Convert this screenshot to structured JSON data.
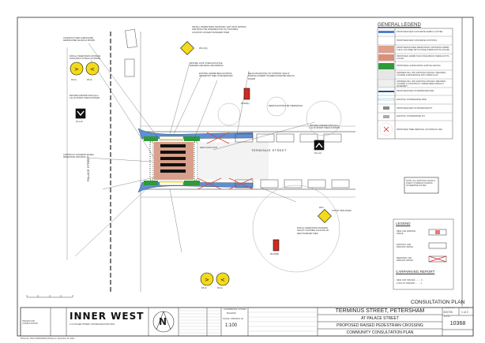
{
  "drawing": {
    "sheet_title": "CONSULTATION PLAN",
    "street_terminus": "TERMINUS STREET",
    "street_palace": "PALACE STREET",
    "new_flood_light": "NEW FLOOD LIGHT",
    "annotations": [
      "INSTALL 'PEDESTRIAN CROSSING' LEFT SIGN APPROX. 20m FROM THE INTERSECTION AT A SUITABLE LOCATION ON NEW STANDARD STEM",
      "CONSTRUCT NEW LANDSCAPED KERB BLISTER ISLAND AS SHOWN",
      "INSTALL 'PEDESTRIAN CROSSING' SIGNS BACK TO BACK AS SHOWN",
      "PROVIDE CHEVRON SIGN (D4-1-1/2) ON SHORT STEM AS SHOWN",
      "PROVIDE 'LOOK' STENCILS/TACTILE MARKERS AND EDGE LINE MARKING",
      "EXISTING GARDEN BED & EXISTING CRANEPORT TREE TO BE REMOVED",
      "RELOCATE EXISTING 'NO STOPPING' SIGN AT PARKING & PERMIT HOLDERS EXCEPTED AREA AS SHOWN",
      "REMOVE EXISTING BB LINEMARKING",
      "CONSTRUCT CONCRETE RAISED PEDESTRIAN CROSSING",
      "PROVIDE CHEVRON SIGN (D4-1-1/2) ON SHORT STEM AS SHOWN",
      "ATTACH 75km AHEAD",
      "INSTALL 'PEDESTRIAN CROSSING' SIGN AT A SUITABLE LOCATION ON NEW STANDARD STEM"
    ],
    "sign_codes": [
      "R3-1A",
      "R3-1A",
      "W6-2-3(L)",
      "D4-1-2A",
      "R5-400(L)",
      "D4-1-2A",
      "W6-2",
      "R5-400(R)",
      "R3-1A",
      "R3-1A"
    ]
  },
  "general_legend": {
    "title": "GENERAL LEGEND",
    "items": [
      "PROPOSED NEW CONCRETE KERB & GUTTER",
      "PROPOSED NEW CONCRETE FOOTPATH",
      "PROPOSED RAISED PEDESTRIAN CROSSING 200mm THICK COLORED WITH OXIDE (TERRACOTTA COLOR)",
      "PROPOSED 100mm THICK PAVE BRICK TERRACOTTA COLOR",
      "PROPOSED LANDSCAPING (NATIVE GRASS)",
      "GRINDER MILL OFF EXISTING ASPHALT WEARING COURSE & RESURFACE WITH 40mm AC10",
      "GRINDER MILL OFF EXISTING ASPHALT WEARING COURSE & CONSTRUCT 150mm DEEP ASPHALT PAVEMENT",
      "PROPOSED NEW STORMWATER PIPE",
      "EXISTING STORMWATER PIPE",
      "PROPOSED NEW STORMWATER PIT",
      "EXISTING STORMWATER PIT",
      "PROPOSED TREE REMOVAL OUTSIDE PH 1RD"
    ],
    "note": "NOTE: ALL EXISTING SIGNS & LINES TO REMAIN UNLESS OTHERWISE NOTED"
  },
  "parking_legend": {
    "title": "LEGEND",
    "items": [
      "NEW CAR PARKING SPACE",
      "EXISTING CAR PARKING SPACE",
      "REMOVED CAR PARKING SPACE"
    ],
    "report_title": "CARPARKING REPORT",
    "report_lines": [
      "NEW CAR SPACES ......... 0",
      "LOSS OF PARKING ........ 1"
    ]
  },
  "title_block": {
    "logo": "INNER WEST",
    "council_address": "2-14 FISHER STREET, PETERSHAM NSW 2049",
    "issue_label": "ISSUED FOR CONSULTATION",
    "coordinate_system_label": "COORDINATE SYSTEM",
    "coordinate_system": "MGA2020",
    "scale_label": "SCALE: ORIGINAL A3",
    "scale": "1:100",
    "title_line1": "TERMINUS STREET, PETERSHAM",
    "title_line2": "AT PALACE STREET",
    "title_line3": "PROPOSED RAISED PEDESTRIAN CROSSING",
    "title_line4": "COMMUNITY CONSULTATION PLAN",
    "project_no_label": "PROJECT NO.",
    "project_no": "303705",
    "sheet_no_label": "SHEET NO.",
    "sheet_no": "1 of 2",
    "file_no_label": "FILE NO.",
    "file_no": "10368",
    "north": "N"
  },
  "footer": "Plotted by: ZKALA MADARIAGA  Plotted on: December 10, 2020"
}
